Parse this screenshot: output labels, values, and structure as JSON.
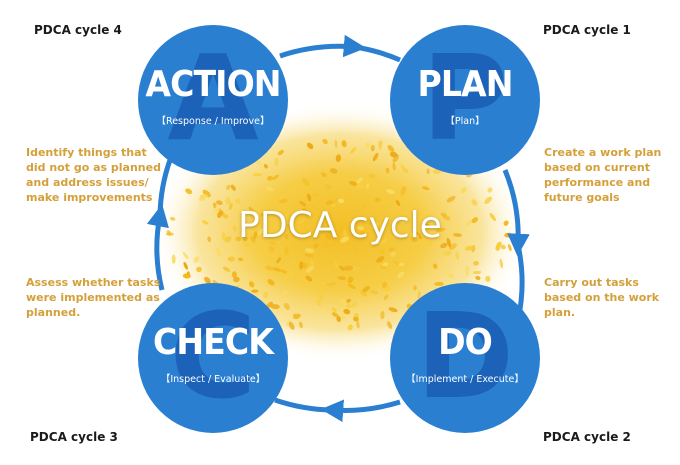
{
  "center_title": "PDCA cycle",
  "corners": {
    "top_left": "PDCA cycle 4",
    "top_right": "PDCA cycle 1",
    "bottom_left": "PDCA cycle 3",
    "bottom_right": "PDCA cycle 2"
  },
  "nodes": {
    "action": {
      "letter": "A",
      "word": "ACTION",
      "sub": "【Response / Improve】"
    },
    "plan": {
      "letter": "P",
      "word": "PLAN",
      "sub": "【Plan】"
    },
    "check": {
      "letter": "C",
      "word": "CHECK",
      "sub": "【Inspect / Evaluate】"
    },
    "do": {
      "letter": "D",
      "word": "DO",
      "sub": "【Implement / Execute】"
    }
  },
  "descriptions": {
    "action": [
      "Identify things that",
      "did not go as planned",
      "and address issues/",
      "make improvements"
    ],
    "plan": [
      "Create a work plan",
      "based on current",
      "performance and",
      "future goals"
    ],
    "check": [
      "Assess whether tasks",
      "were implemented as",
      "planned."
    ],
    "do": [
      "Carry out tasks",
      "based on the work",
      "plan."
    ]
  },
  "colors": {
    "circle_blue": "#2a7fd1",
    "letter_blue": "#1b62b8",
    "description_gold": "#d4a03a"
  }
}
